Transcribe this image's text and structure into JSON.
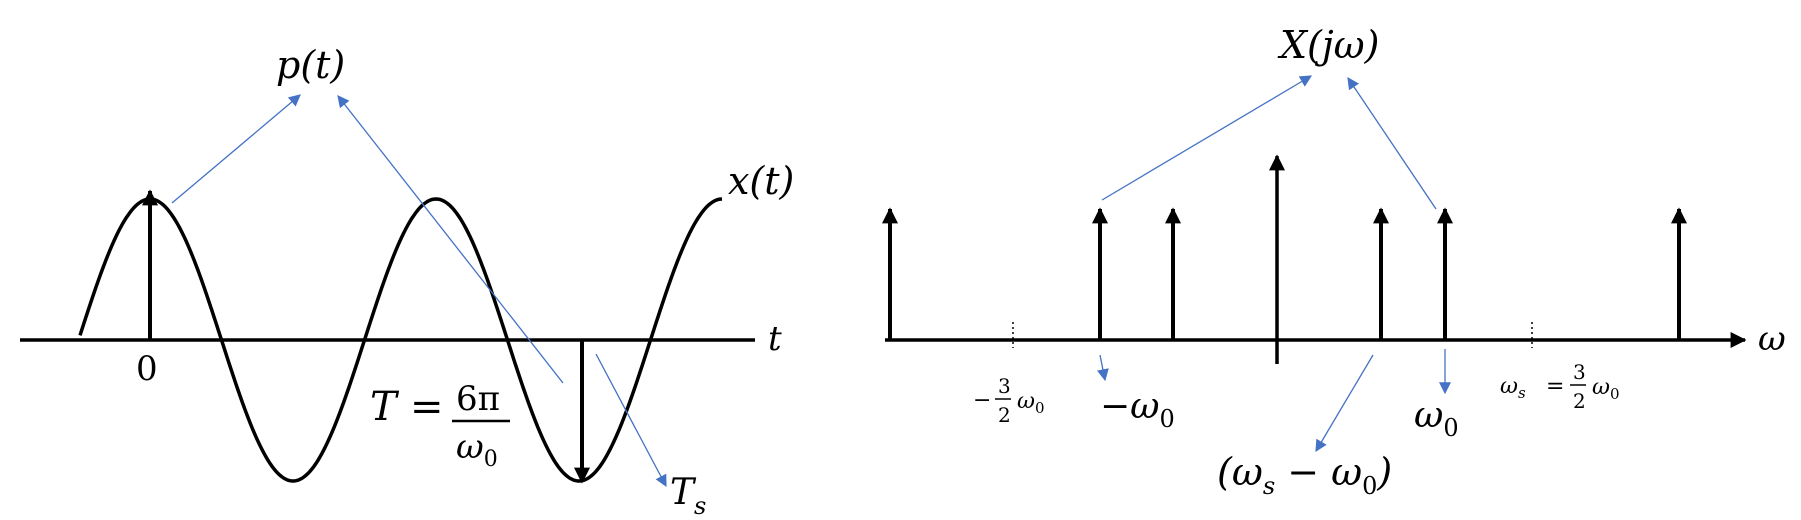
{
  "left_panel": {
    "axis_label": "t",
    "signal_label": "x(t)",
    "impulse_train_label": "p(t)",
    "sampling_period_label": "T",
    "sampling_period_sub": "s",
    "origin_label": "0",
    "period_formula": {
      "lhs": "T",
      "equals": "=",
      "numerator": "6π",
      "denominator": "ω",
      "denominator_sub": "0"
    }
  },
  "right_panel": {
    "axis_label": "ω",
    "spectrum_label": "X(jω)",
    "neg_omega0_label": "−ω",
    "neg_omega0_sub": "0",
    "omega0_label": "ω",
    "omega0_sub": "0",
    "difference_label": {
      "open": "(ω",
      "sub1": "s",
      "minus": " − ω",
      "sub2": "0",
      "close": ")"
    },
    "neg_three_halves": {
      "sign": "−",
      "numerator": "3",
      "denominator": "2",
      "omega": "ω",
      "sub": "0"
    },
    "omega_s_formula": {
      "omega": "ω",
      "sub": "s",
      "equals": "=",
      "numerator": "3",
      "denominator": "2",
      "omega2": "ω",
      "sub2": "0"
    }
  },
  "colors": {
    "ink": "#000000",
    "pointer": "#4472C4"
  }
}
